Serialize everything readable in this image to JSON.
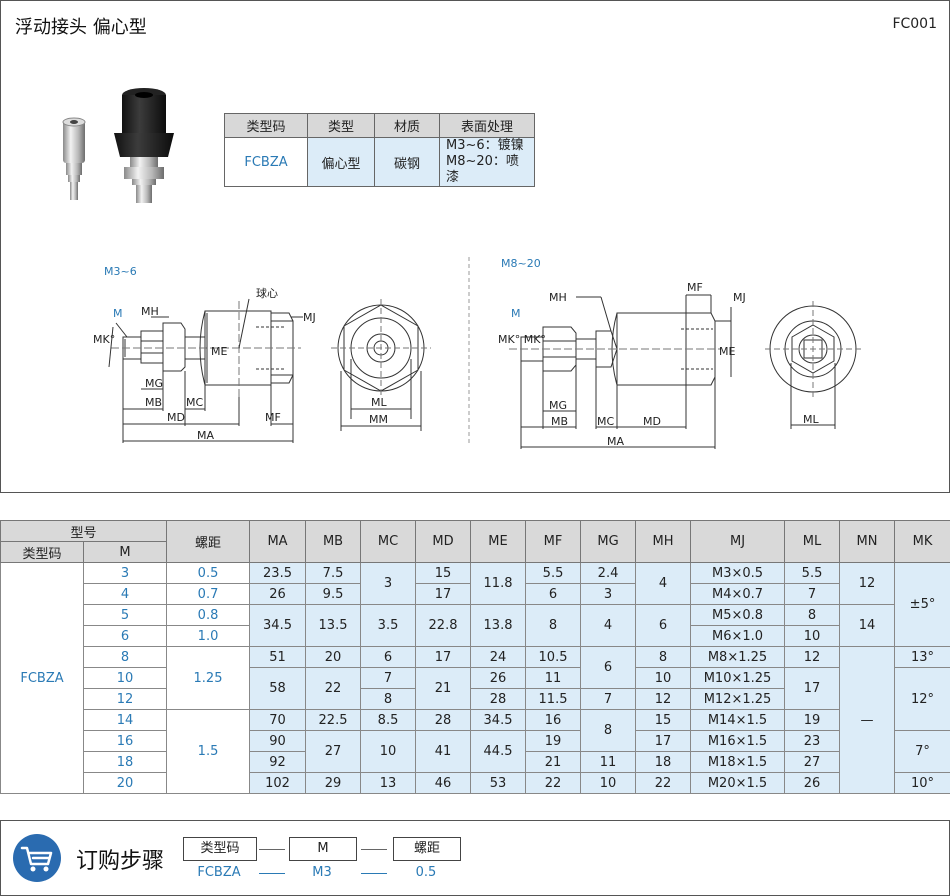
{
  "header": {
    "title": "浮动接头  偏心型",
    "code": "FC001"
  },
  "type_table": {
    "headers": [
      "类型码",
      "类型",
      "材质",
      "表面处理"
    ],
    "row": {
      "code": "FCBZA",
      "type": "偏心型",
      "material": "碳钢",
      "finish_line1": "M3~6：镀镍",
      "finish_line2": "M8~20：喷漆"
    }
  },
  "drawings": {
    "left_caption": "M3~6",
    "right_caption": "M8~20",
    "left_labels": {
      "m": "M",
      "mk": "MK°",
      "mh": "MH",
      "ball": "球心",
      "mj": "MJ",
      "me": "ME",
      "mg": "MG",
      "mb": "MB",
      "mc": "MC",
      "md": "MD",
      "mf": "MF",
      "ma": "MA",
      "ml": "ML",
      "mm": "MM"
    },
    "right_labels": {
      "m": "M",
      "mk": "MK° MK°",
      "mh": "MH",
      "mf": "MF",
      "mj": "MJ",
      "me": "ME",
      "mg": "MG",
      "mb": "MB",
      "mc": "MC",
      "md": "MD",
      "ma": "MA",
      "ml": "ML"
    }
  },
  "dim_table": {
    "group_header": "型号",
    "sub_headers": [
      "类型码",
      "M"
    ],
    "pitch_header": "螺距",
    "columns": [
      "MA",
      "MB",
      "MC",
      "MD",
      "ME",
      "MF",
      "MG",
      "MH",
      "MJ",
      "ML",
      "MN",
      "MK"
    ],
    "type_code": "FCBZA",
    "m_values": [
      "3",
      "4",
      "5",
      "6",
      "8",
      "10",
      "12",
      "14",
      "16",
      "18",
      "20"
    ],
    "pitch": [
      "0.5",
      "0.7",
      "0.8",
      "1.0",
      "1.25",
      "1.5"
    ],
    "ma": [
      "23.5",
      "26",
      "34.5",
      "51",
      "58",
      "70",
      "90",
      "92",
      "102"
    ],
    "mb": [
      "7.5",
      "9.5",
      "13.5",
      "20",
      "22",
      "22.5",
      "27",
      "29"
    ],
    "mc": [
      "3",
      "3.5",
      "6",
      "7",
      "8",
      "8.5",
      "10",
      "13"
    ],
    "md": [
      "15",
      "17",
      "22.8",
      "17",
      "21",
      "28",
      "41",
      "46"
    ],
    "me": [
      "11.8",
      "13.8",
      "24",
      "26",
      "28",
      "34.5",
      "44.5",
      "53"
    ],
    "mf": [
      "5.5",
      "6",
      "8",
      "10.5",
      "11",
      "11.5",
      "16",
      "19",
      "21",
      "22"
    ],
    "mg": [
      "2.4",
      "3",
      "4",
      "6",
      "7",
      "8",
      "11",
      "10"
    ],
    "mh": [
      "4",
      "6",
      "8",
      "10",
      "12",
      "15",
      "17",
      "18",
      "22"
    ],
    "mj": [
      "M3×0.5",
      "M4×0.7",
      "M5×0.8",
      "M6×1.0",
      "M8×1.25",
      "M10×1.25",
      "M12×1.25",
      "M14×1.5",
      "M16×1.5",
      "M18×1.5",
      "M20×1.5"
    ],
    "ml": [
      "5.5",
      "7",
      "8",
      "10",
      "12",
      "17",
      "19",
      "23",
      "27",
      "26"
    ],
    "mn": [
      "12",
      "14",
      "—"
    ],
    "mk": [
      "±5°",
      "13°",
      "12°",
      "7°",
      "10°"
    ]
  },
  "order": {
    "title": "订购步骤",
    "boxes": [
      "类型码",
      "M",
      "螺距"
    ],
    "values": [
      "FCBZA",
      "M3",
      "0.5"
    ],
    "sep": "—"
  }
}
